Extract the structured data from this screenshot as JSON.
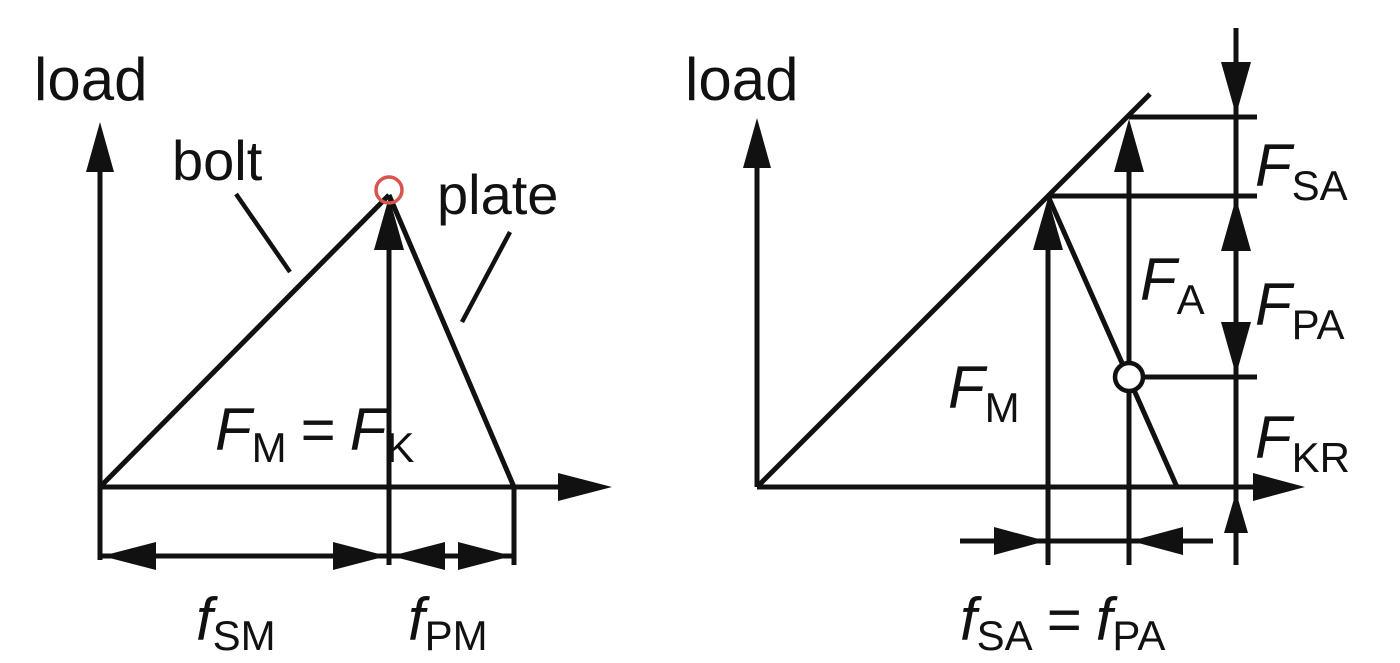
{
  "left": {
    "axis_label": "load",
    "bolt_label": "bolt",
    "plate_label": "plate",
    "eq": {
      "a": "F",
      "a_sub": "M",
      "op": "=",
      "b": "F",
      "b_sub": "K"
    },
    "fsm": {
      "main": "f",
      "sub": "SM"
    },
    "fpm": {
      "main": "f",
      "sub": "PM"
    },
    "marker_color": "#d9534f"
  },
  "right": {
    "axis_label": "load",
    "fsa_cap": {
      "main": "F",
      "sub": "SA"
    },
    "fa": {
      "main": "F",
      "sub": "A"
    },
    "fpa_cap": {
      "main": "F",
      "sub": "PA"
    },
    "fm": {
      "main": "F",
      "sub": "M"
    },
    "fkr": {
      "main": "F",
      "sub": "KR"
    },
    "eq": {
      "a": "f",
      "a_sub": "SA",
      "op": "=",
      "b": "f",
      "b_sub": "PA"
    }
  }
}
